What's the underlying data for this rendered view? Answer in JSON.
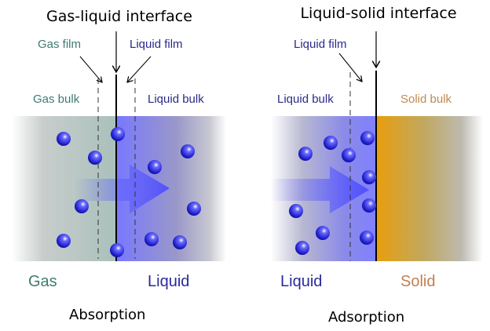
{
  "absorption": {
    "title": "Gas-liquid interface",
    "gas_film": "Gas film",
    "liquid_film": "Liquid film",
    "gas_bulk": "Gas bulk",
    "liquid_bulk": "Liquid bulk",
    "phase_left": "Gas",
    "phase_right": "Liquid",
    "caption": "Absorption"
  },
  "adsorption": {
    "title": "Liquid-solid interface",
    "liquid_film": "Liquid film",
    "liquid_bulk": "Liquid bulk",
    "solid_bulk": "Solid bulk",
    "phase_left": "Liquid",
    "phase_right": "Solid",
    "caption": "Adsorption"
  },
  "colors": {
    "gas_text": "#3f7a70",
    "liquid_text": "#2a2a9a",
    "solid_text": "#c08050",
    "solid_fill": "#e8a010",
    "liquid_fill": "#7070ff"
  }
}
